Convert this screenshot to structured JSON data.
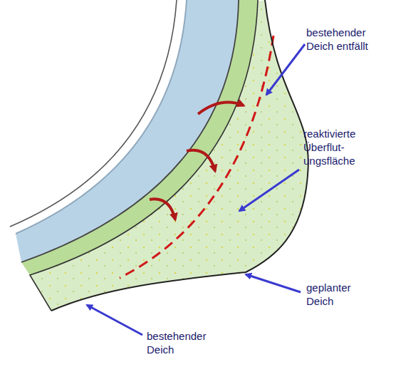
{
  "diagram": {
    "labels": [
      "bestehender Deich entfällt",
      "reaktivierte Überflut- ungsfläche",
      "geplanter Deich",
      "bestehender Deich"
    ]
  }
}
